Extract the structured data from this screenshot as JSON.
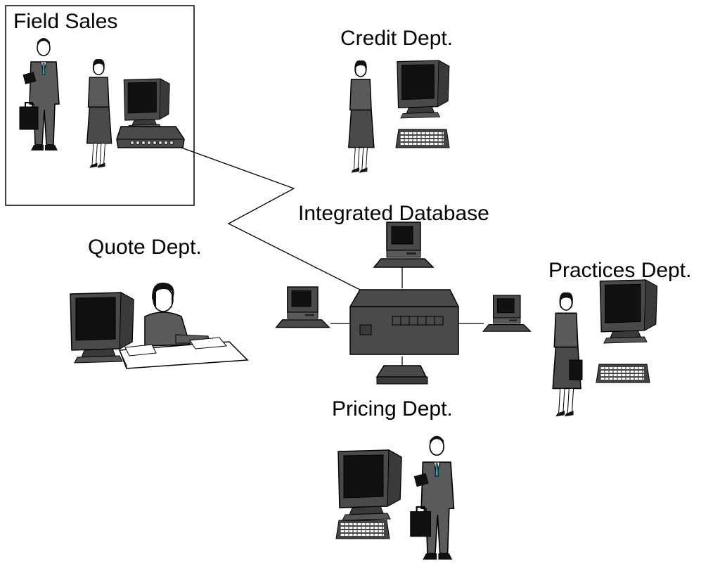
{
  "labels": {
    "field_sales": "Field Sales",
    "credit": "Credit Dept.",
    "integrated": "Integrated Database",
    "quote": "Quote Dept.",
    "practices": "Practices Dept.",
    "pricing": "Pricing Dept."
  },
  "colors": {
    "equipment": "#4a4a4a",
    "equipment_dark": "#2a2a2a",
    "screen": "#111111",
    "suit": "#5a5a5a",
    "skin": "#ffffff",
    "line": "#000000"
  }
}
